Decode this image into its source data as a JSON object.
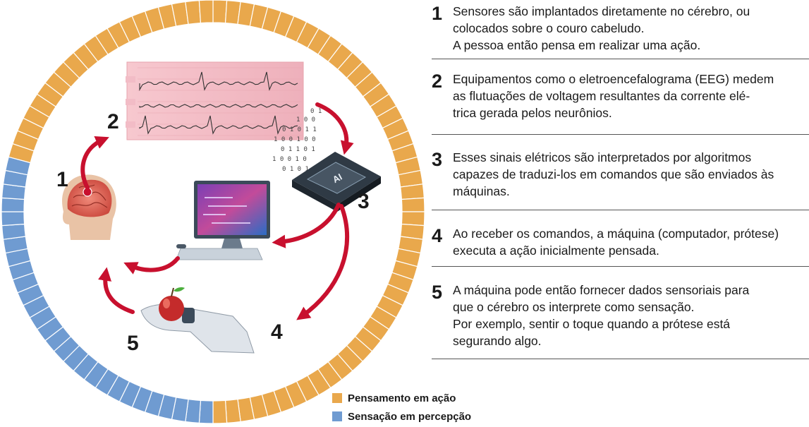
{
  "diagram": {
    "step_labels": [
      "1",
      "2",
      "3",
      "4",
      "5"
    ],
    "chip_label": "AI",
    "ring_colors": {
      "thought": "#e9a84c",
      "sensation": "#6f9bd1"
    },
    "arrow_color": "#c8102e"
  },
  "steps": [
    {
      "number": "1",
      "text": "Sensores são implantados diretamente no cérebro, ou\ncolocados sobre o couro cabeludo.\nA pessoa então pensa em realizar uma ação."
    },
    {
      "number": "2",
      "text": "Equipamentos como o eletroencefalograma (EEG) medem\nas flutuações de voltagem resultantes  da corrente elé-\ntrica gerada pelos neurônios."
    },
    {
      "number": "3",
      "text": "Esses sinais elétricos são interpretados por algoritmos\ncapazes de traduzi-los em comandos que são enviados às\nmáquinas."
    },
    {
      "number": "4",
      "text": "Ao receber os comandos, a máquina (computador, prótese)\nexecuta a ação inicialmente pensada."
    },
    {
      "number": "5",
      "text": "A máquina pode então fornecer dados sensoriais para\nque o cérebro os interprete como sensação.\nPor exemplo, sentir o toque quando a prótese está\nsegurando algo."
    }
  ],
  "legend": {
    "thought": {
      "label": "Pensamento em ação",
      "color": "#e9a84c"
    },
    "sensation": {
      "label": "Sensação em percepção",
      "color": "#6f9bd1"
    }
  }
}
